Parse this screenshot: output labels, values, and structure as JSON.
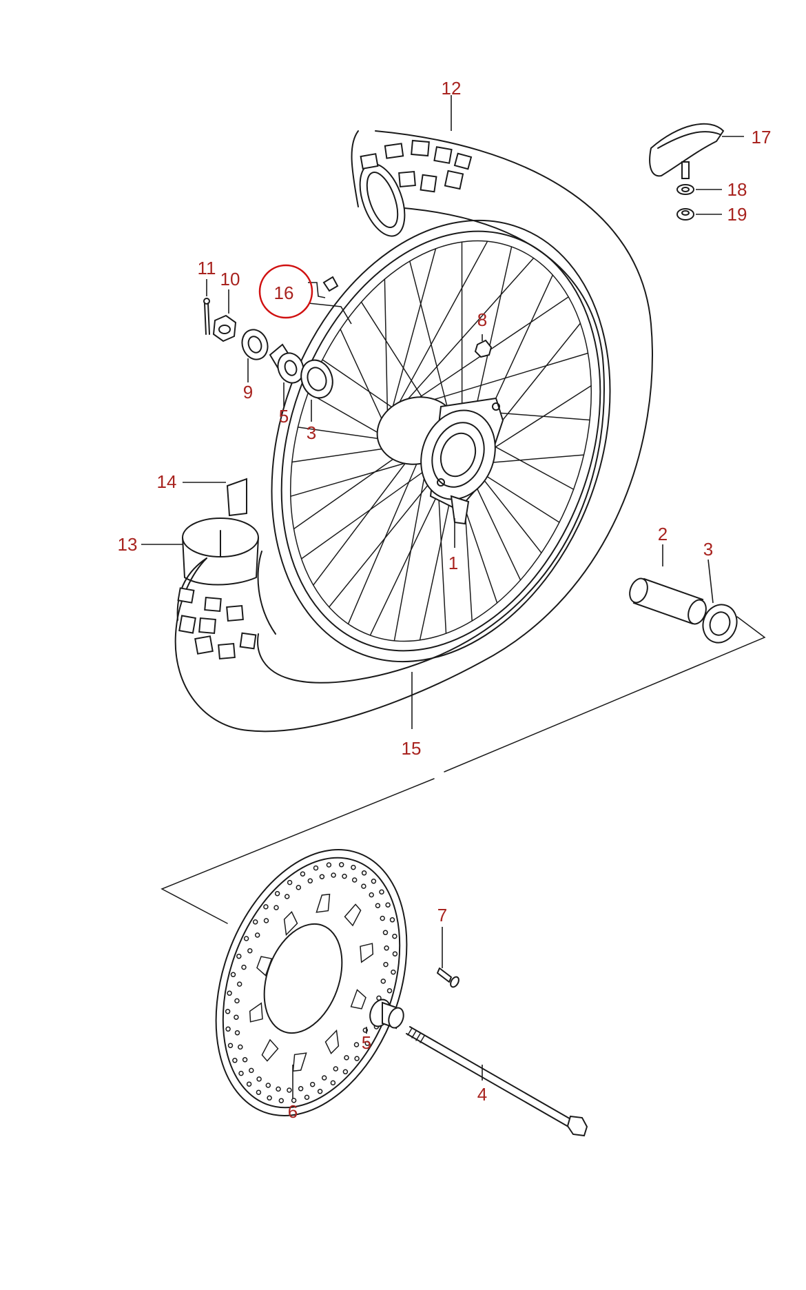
{
  "diagram": {
    "callouts": [
      {
        "id": "p12",
        "label": "12"
      },
      {
        "id": "p17",
        "label": "17"
      },
      {
        "id": "p18",
        "label": "18"
      },
      {
        "id": "p19",
        "label": "19"
      },
      {
        "id": "p11",
        "label": "11"
      },
      {
        "id": "p10",
        "label": "10"
      },
      {
        "id": "p16",
        "label": "16"
      },
      {
        "id": "p8",
        "label": "8"
      },
      {
        "id": "p9",
        "label": "9"
      },
      {
        "id": "p5a",
        "label": "5"
      },
      {
        "id": "p3a",
        "label": "3"
      },
      {
        "id": "p14",
        "label": "14"
      },
      {
        "id": "p13",
        "label": "13"
      },
      {
        "id": "p1",
        "label": "1"
      },
      {
        "id": "p2",
        "label": "2"
      },
      {
        "id": "p3b",
        "label": "3"
      },
      {
        "id": "p15",
        "label": "15"
      },
      {
        "id": "p7",
        "label": "7"
      },
      {
        "id": "p5b",
        "label": "5"
      },
      {
        "id": "p6",
        "label": "6"
      },
      {
        "id": "p4",
        "label": "4"
      }
    ],
    "highlighted_callout": "16",
    "colors": {
      "callout": "#a8231f",
      "highlight": "#d01010",
      "line": "#1a1a1a",
      "background": "#ffffff"
    }
  }
}
